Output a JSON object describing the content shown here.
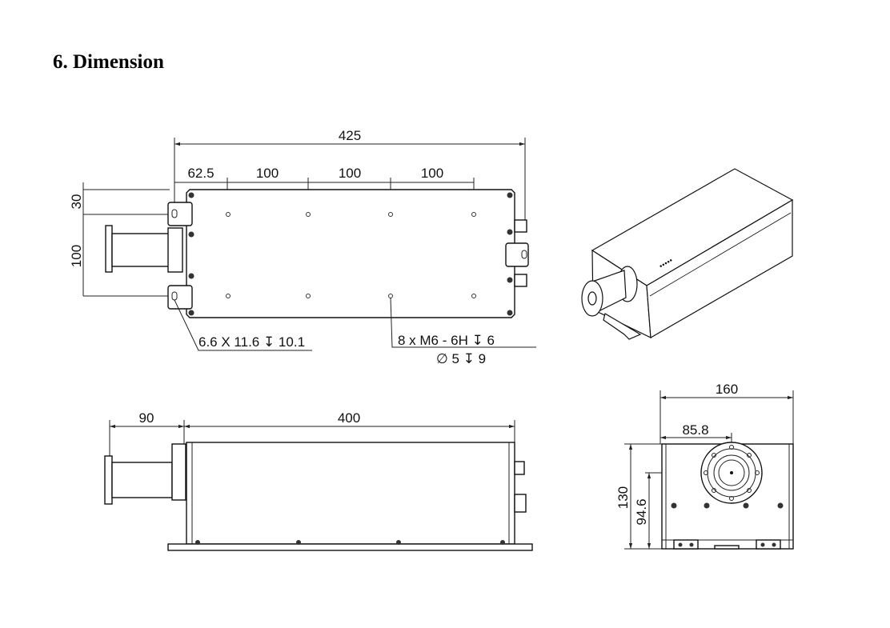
{
  "section": {
    "title": "6. Dimension"
  },
  "top_view": {
    "overall_length": "425",
    "offset": "62.5",
    "pitch_1": "100",
    "pitch_2": "100",
    "pitch_3": "100",
    "edge_offset": "30",
    "hole_spacing": "100",
    "slot_note": "6.6 X 11.6 ↧ 10.1",
    "thread_note": "8 x  M6 - 6H ↧ 6",
    "drill_note": "∅ 5 ↧ 9"
  },
  "side_view": {
    "waveguide_length": "90",
    "body_length": "400"
  },
  "front_view": {
    "width": "160",
    "center_offset": "85.8",
    "height": "130",
    "center_height": "94.6"
  }
}
